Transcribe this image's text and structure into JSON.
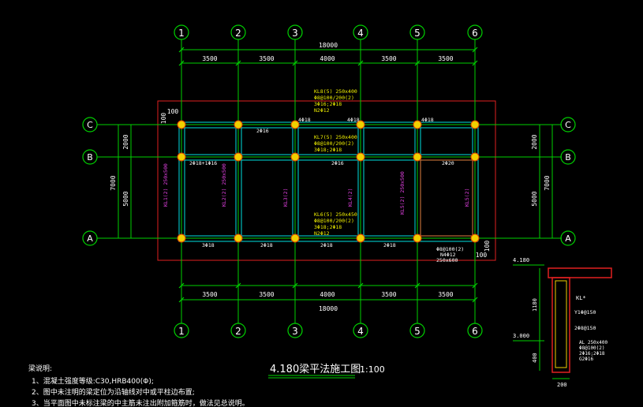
{
  "grid": {
    "cols": [
      "1",
      "2",
      "3",
      "4",
      "5",
      "6"
    ],
    "rows": [
      "C",
      "B",
      "A"
    ]
  },
  "dims": {
    "total": "18000",
    "spans": [
      "3500",
      "3500",
      "4000",
      "3500",
      "3500"
    ],
    "left_total": "7000",
    "left_spans": [
      "2000",
      "5000"
    ],
    "right_total": "7000",
    "right_spans": [
      "2000",
      "5000"
    ],
    "edge_top": "100",
    "edge_top_side": "100",
    "edge_right": "100",
    "edge_right_side": "100"
  },
  "beam_top_labels": [
    "4Φ18",
    "4Φ18",
    "4Φ18",
    "2Φ16"
  ],
  "beam_labels": {
    "kl8_a": "KL8(5) 250x400",
    "kl8_b": "Φ8@100/200(2)",
    "kl8_c": "3Φ16;2Φ18",
    "kl8_d": "N2Φ12",
    "kl7_a": "KL7(5) 250x400",
    "kl7_b": "Φ8@100/200(2)",
    "kl7_c": "3Φ18;2Φ18",
    "kl6_a": "KL6(5) 250x450",
    "kl6_b": "Φ8@100/200(2)",
    "kl6_c": "3Φ18;2Φ18",
    "kl6_d": "N2Φ12",
    "kl1": "KL1(2) 250x500",
    "kl2": "KL2(2) 250x500",
    "kl3": "KL3(2)",
    "kl4": "KL4(2)",
    "kl5": "KL5(2) 250x500",
    "kl5b": "KL5(2)",
    "mid_2716": "2Φ16",
    "b_2720": "2Φ20",
    "b_left": "2Φ18+1Φ16",
    "bot_318": "3Φ18",
    "bot_218a": "2Φ18",
    "bot_218b": "2Φ18",
    "bot_218c": "2Φ18",
    "n4": "N4Φ12",
    "stirrup_br": "Φ8@100(2)",
    "size_br": "250x600",
    "n2": "N2Φ12"
  },
  "title": {
    "main": "4.180梁平法施工图",
    "scale": "1:100"
  },
  "notes": {
    "heading": "梁说明:",
    "items": [
      "1、混凝土强度等级:C30,HRB400(Φ);",
      "2、图中未注明的梁定位为沿轴线对中或平柱边布置;",
      "3、当平面图中未标注梁的中主筋未注出附加箍筋时，做法见总说明。"
    ]
  },
  "section": {
    "level_top": "4.180",
    "level_bot": "3.000",
    "dim_vert_1": "1180",
    "dim_vert_2": "400",
    "width": "200",
    "kl_label": "KL*",
    "mid_1": "Y1Φ@150",
    "mid_2": "2Φ8@150",
    "beam_a": "AL 250x400",
    "beam_b": "Φ8@100(2)",
    "beam_c": "2Φ16;2Φ18",
    "beam_d": "G2Φ16"
  }
}
